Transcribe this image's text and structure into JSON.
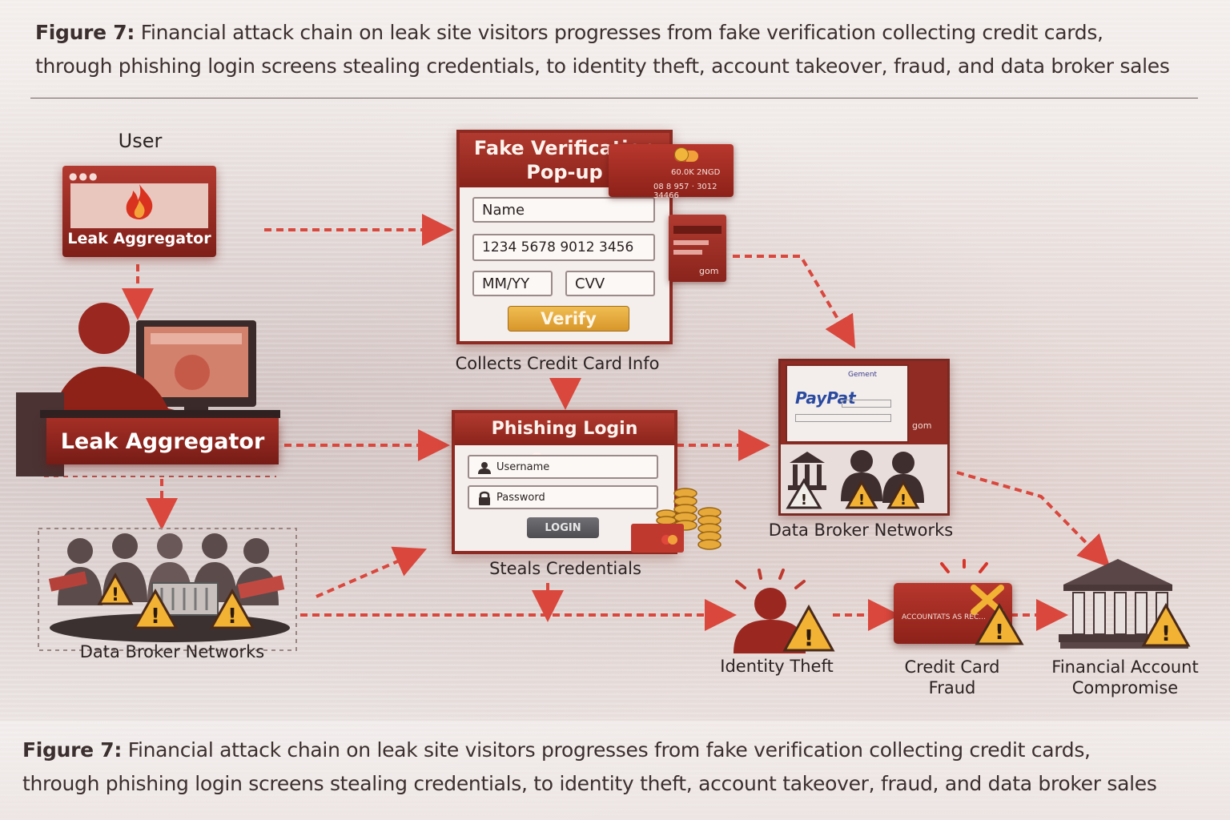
{
  "caption": {
    "figure_label": "Figure 7:",
    "text_line1": "Financial attack chain on leak site visitors progresses from fake verification collecting credit cards,",
    "text_line2": "through phishing login screens stealing credentials, to identity theft, account takeover, fraud, and data broker sales"
  },
  "nodes": {
    "user_label": "User",
    "leak_aggregator_window_label": "Leak Aggregator",
    "leak_aggregator_label": "Leak Aggregator",
    "data_broker_left_label": "Data Broker Networks",
    "fake_popup": {
      "title_line1": "Fake Verification",
      "title_line2": "Pop-up",
      "name_field": "Name",
      "card_number_field": "1234 5678 9012 3456",
      "expiry_field": "MM/YY",
      "cvv_field": "CVV",
      "verify_button": "Verify",
      "caption": "Collects Credit Card Info",
      "card_text_1": "60.0K 2NGD",
      "card_text_2": "08 8 957 · 3012 34466",
      "card_side_text": "gom"
    },
    "phishing": {
      "title": "Phishing Login Screen",
      "username_field": "Username",
      "password_field": "Password",
      "login_button": "LOGIN",
      "caption": "Steals Credentials"
    },
    "data_broker_right": {
      "brand": "PayPat",
      "tab_text": "Gement",
      "side_text": "gom",
      "caption": "Data Broker Networks"
    },
    "identity_theft_label": "Identity Theft",
    "credit_card_fraud": {
      "line1": "Credit Card",
      "line2": "Fraud",
      "card_text": "ACCOUNTATS AS  REC..."
    },
    "financial_account": {
      "line1": "Financial Account",
      "line2": "Compromise"
    }
  },
  "colors": {
    "accent_red": "#a8322a",
    "dark_red": "#7e1f18",
    "arrow_red": "#d9473d",
    "warning_yellow": "#f2b233",
    "verify_gold": "#e3a63a",
    "login_gray": "#5d5d62"
  },
  "icons": [
    "fire-icon",
    "warning-icon",
    "bank-icon",
    "person-icon",
    "lock-icon",
    "user-icon",
    "coins-icon",
    "credit-card-icon"
  ]
}
